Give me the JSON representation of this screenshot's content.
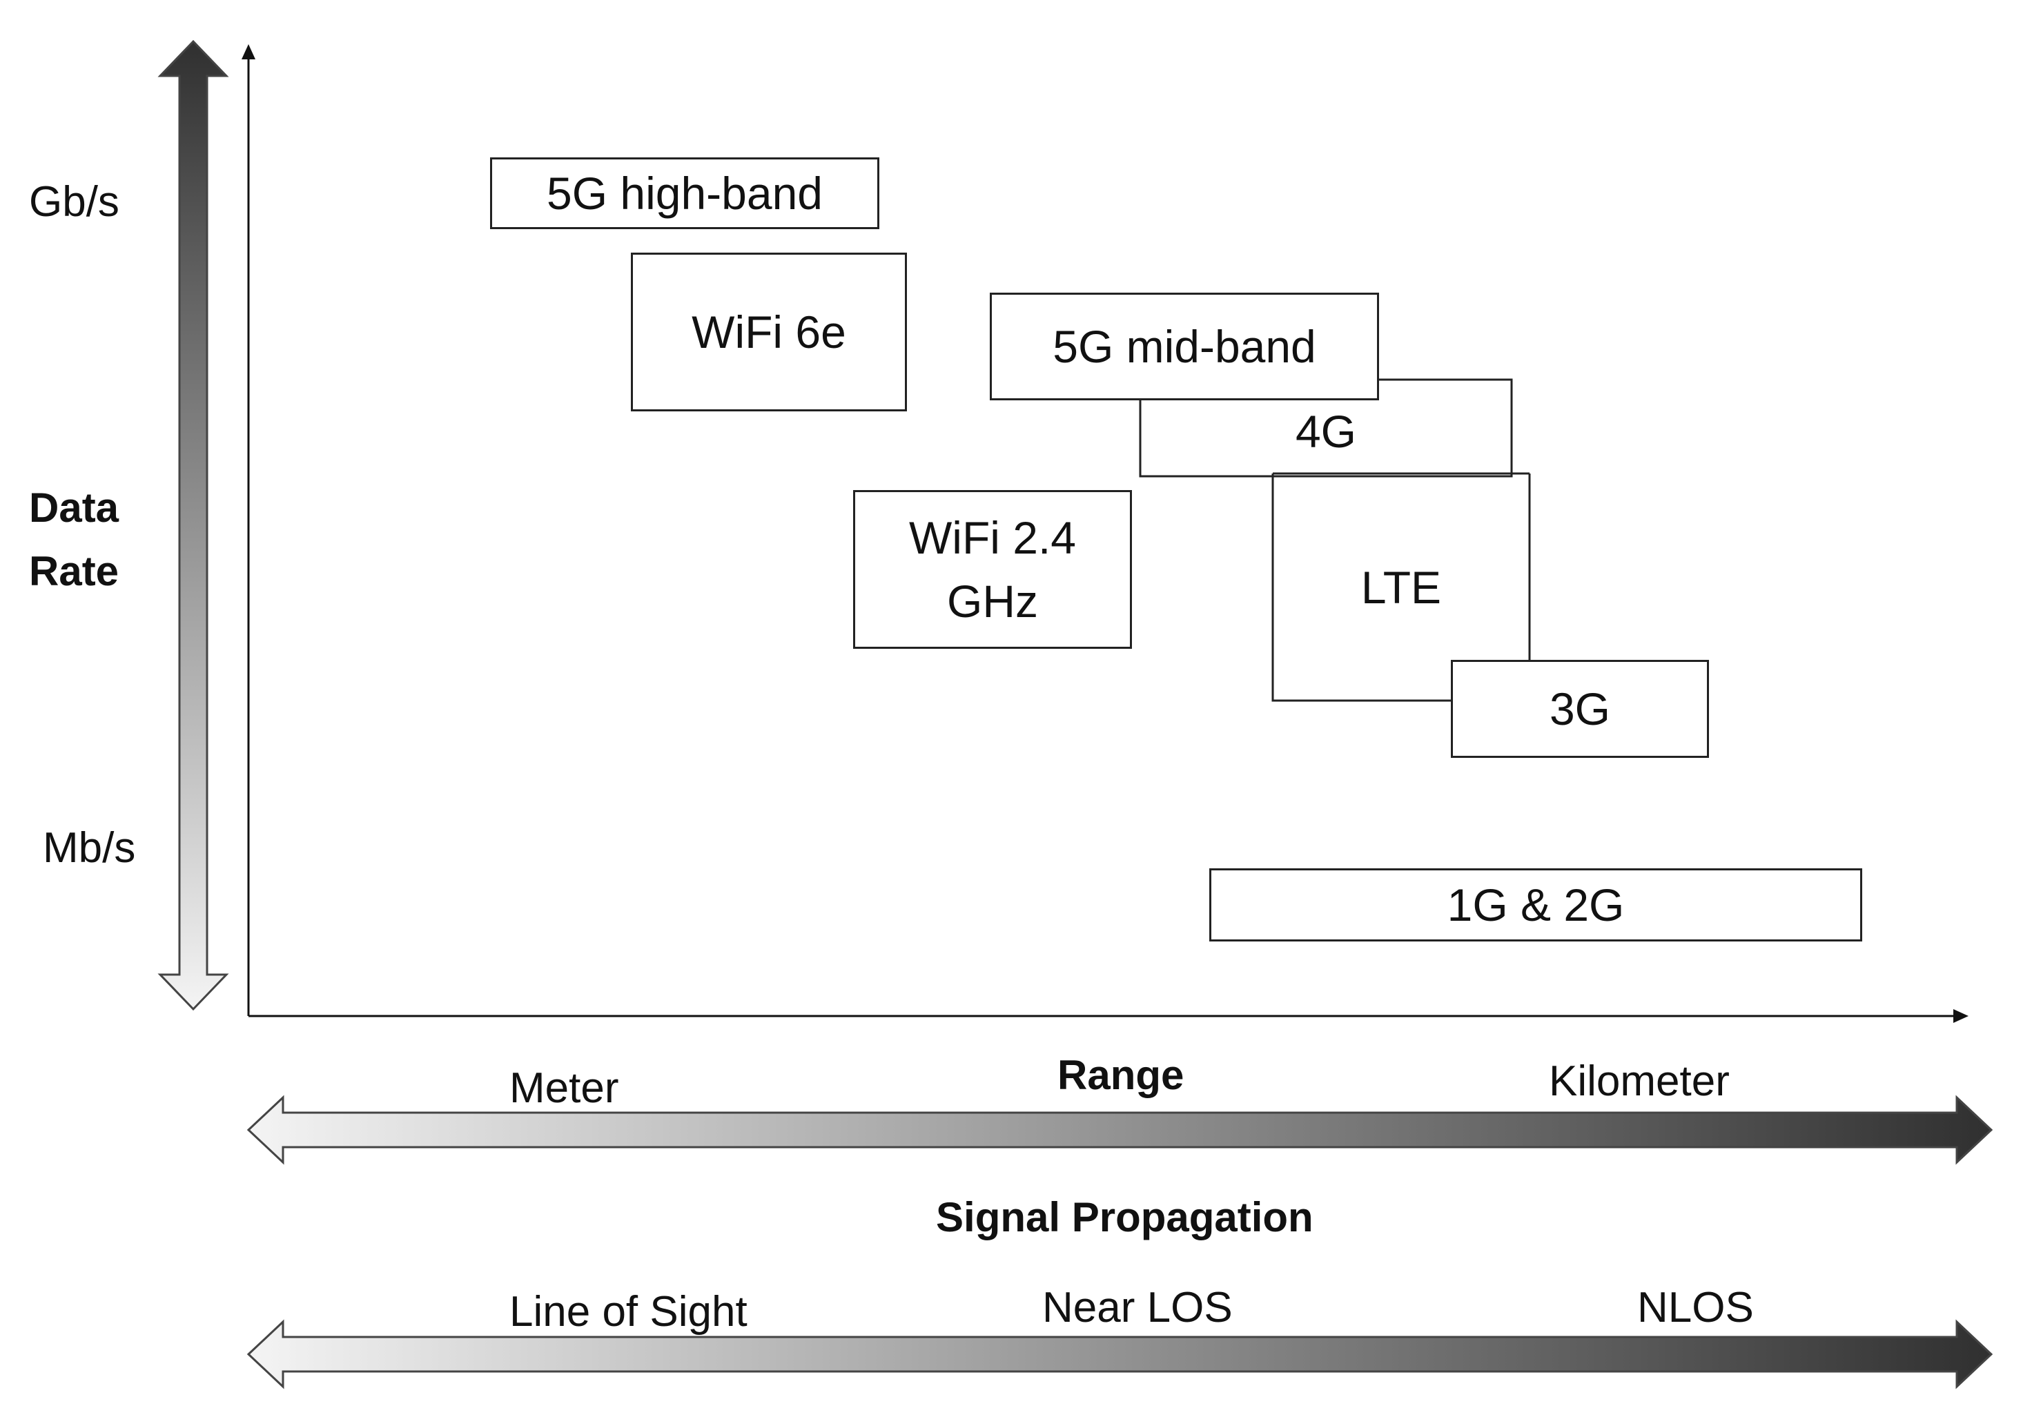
{
  "y_axis": {
    "label": "Data Rate",
    "top_label": "Gb/s",
    "bottom_label": "Mb/s"
  },
  "range_axis": {
    "label": "Range",
    "left_label": "Meter",
    "right_label": "Kilometer"
  },
  "propagation": {
    "label": "Signal Propagation",
    "left_label": "Line of Sight",
    "middle_label": "Near LOS",
    "right_label": "NLOS"
  },
  "technologies": {
    "g5_high_band": "5G high-band",
    "wifi_6e": "WiFi 6e",
    "g5_mid_band": "5G mid-band",
    "g4": "4G",
    "wifi_24": "WiFi 2.4 GHz",
    "lte": "LTE",
    "g3": "3G",
    "g1_g2": "1G & 2G"
  },
  "colors": {
    "arrow_dark": "#303030",
    "arrow_light": "#f4f4f4",
    "line": "#222222"
  }
}
